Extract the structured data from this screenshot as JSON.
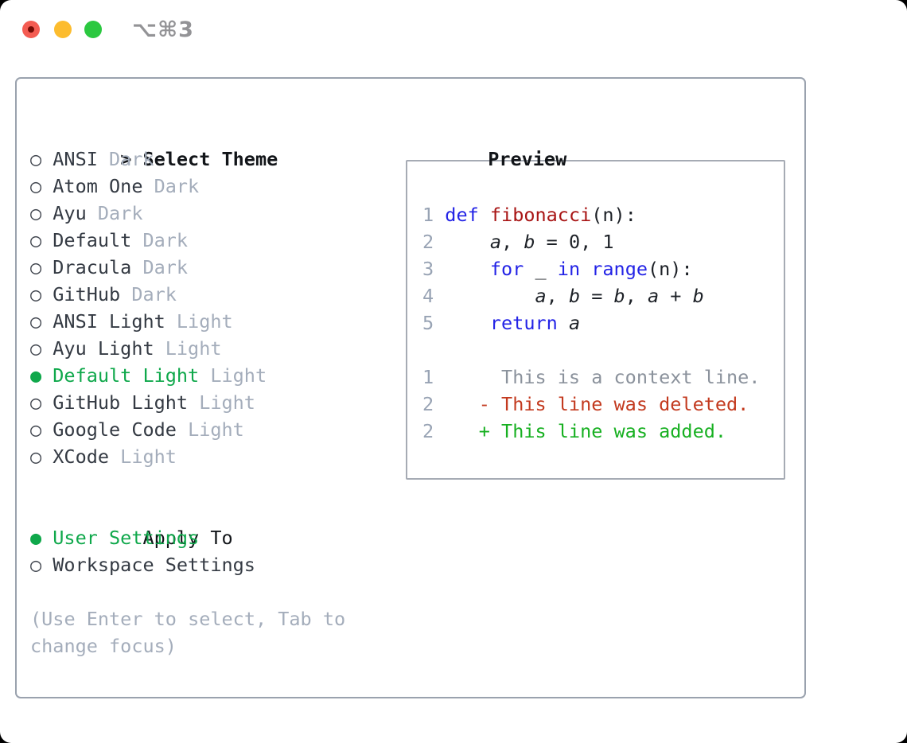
{
  "colors": {
    "text_primary": "#343a43",
    "text_heading": "#121519",
    "text_muted": "#a4adbb",
    "marker_gray": "#41464f",
    "green_accent": "#0fa84b",
    "diff_added": "#17b021",
    "diff_deleted": "#c33a1f",
    "syntax_keyword": "#2323e6",
    "syntax_function": "#a81515",
    "code_text": "#1d2127",
    "line_number": "#98a3b4",
    "context_gray": "#8b929c",
    "panel_border": "#9aa2ae",
    "preview_border": "#a6abb4",
    "traffic_red": "#f45c52",
    "traffic_red_dot": "#750b04",
    "traffic_yellow": "#fcbc2e",
    "traffic_green": "#2bc840",
    "shortcut_gray": "#939396"
  },
  "titlebar": {
    "shortcut_label": "⌥⌘3"
  },
  "icons": {
    "radio_selected": "●",
    "radio_unselected": "○"
  },
  "theme_list": {
    "cursor": ">",
    "title": "Select Theme",
    "items": [
      {
        "name": "ANSI",
        "variant": "Dark",
        "selected": false
      },
      {
        "name": "Atom One",
        "variant": "Dark",
        "selected": false
      },
      {
        "name": "Ayu",
        "variant": "Dark",
        "selected": false
      },
      {
        "name": "Default",
        "variant": "Dark",
        "selected": false
      },
      {
        "name": "Dracula",
        "variant": "Dark",
        "selected": false
      },
      {
        "name": "GitHub",
        "variant": "Dark",
        "selected": false
      },
      {
        "name": "ANSI Light",
        "variant": "Light",
        "selected": false
      },
      {
        "name": "Ayu Light",
        "variant": "Light",
        "selected": false
      },
      {
        "name": "Default Light",
        "variant": "Light",
        "selected": true
      },
      {
        "name": "GitHub Light",
        "variant": "Light",
        "selected": false
      },
      {
        "name": "Google Code",
        "variant": "Light",
        "selected": false
      },
      {
        "name": "XCode",
        "variant": "Light",
        "selected": false
      }
    ]
  },
  "apply_to": {
    "title": "Apply To",
    "options": [
      {
        "label": "User Settings",
        "selected": true
      },
      {
        "label": "Workspace Settings",
        "selected": false
      }
    ]
  },
  "help_lines": [
    "(Use Enter to select, Tab to",
    "change focus)"
  ],
  "preview": {
    "title": "Preview",
    "lines": [
      {
        "segments": [
          {
            "cls": "num",
            "text": "1 "
          },
          {
            "cls": "kw",
            "text": "def"
          },
          {
            "cls": "pl",
            "text": " "
          },
          {
            "cls": "fn",
            "text": "fibonacci"
          },
          {
            "cls": "pl",
            "text": "(n):"
          }
        ]
      },
      {
        "segments": [
          {
            "cls": "num",
            "text": "2 "
          },
          {
            "cls": "pl",
            "text": "    "
          },
          {
            "cls": "var",
            "text": "a"
          },
          {
            "cls": "pl",
            "text": ", "
          },
          {
            "cls": "var",
            "text": "b"
          },
          {
            "cls": "pl",
            "text": " = 0, 1"
          }
        ]
      },
      {
        "segments": [
          {
            "cls": "num",
            "text": "3 "
          },
          {
            "cls": "pl",
            "text": "    "
          },
          {
            "cls": "kw",
            "text": "for"
          },
          {
            "cls": "pl",
            "text": " _ "
          },
          {
            "cls": "kw",
            "text": "in"
          },
          {
            "cls": "pl",
            "text": " "
          },
          {
            "cls": "kw",
            "text": "range"
          },
          {
            "cls": "pl",
            "text": "(n):"
          }
        ]
      },
      {
        "segments": [
          {
            "cls": "num",
            "text": "4 "
          },
          {
            "cls": "pl",
            "text": "        "
          },
          {
            "cls": "var",
            "text": "a"
          },
          {
            "cls": "pl",
            "text": ", "
          },
          {
            "cls": "var",
            "text": "b"
          },
          {
            "cls": "pl",
            "text": " = "
          },
          {
            "cls": "var",
            "text": "b"
          },
          {
            "cls": "pl",
            "text": ", "
          },
          {
            "cls": "var",
            "text": "a"
          },
          {
            "cls": "pl",
            "text": " + "
          },
          {
            "cls": "var",
            "text": "b"
          }
        ]
      },
      {
        "segments": [
          {
            "cls": "num",
            "text": "5 "
          },
          {
            "cls": "pl",
            "text": "    "
          },
          {
            "cls": "kw",
            "text": "return"
          },
          {
            "cls": "pl",
            "text": " "
          },
          {
            "cls": "var",
            "text": "a"
          }
        ]
      },
      {
        "segments": []
      },
      {
        "segments": [
          {
            "cls": "num",
            "text": "1"
          },
          {
            "cls": "ctx",
            "text": "      This is a context line."
          }
        ]
      },
      {
        "segments": [
          {
            "cls": "num",
            "text": "2"
          },
          {
            "cls": "pl",
            "text": "    "
          },
          {
            "cls": "del",
            "text": "- This line was deleted."
          }
        ]
      },
      {
        "segments": [
          {
            "cls": "num",
            "text": "2"
          },
          {
            "cls": "pl",
            "text": "    "
          },
          {
            "cls": "add",
            "text": "+ This line was added."
          }
        ]
      }
    ]
  }
}
